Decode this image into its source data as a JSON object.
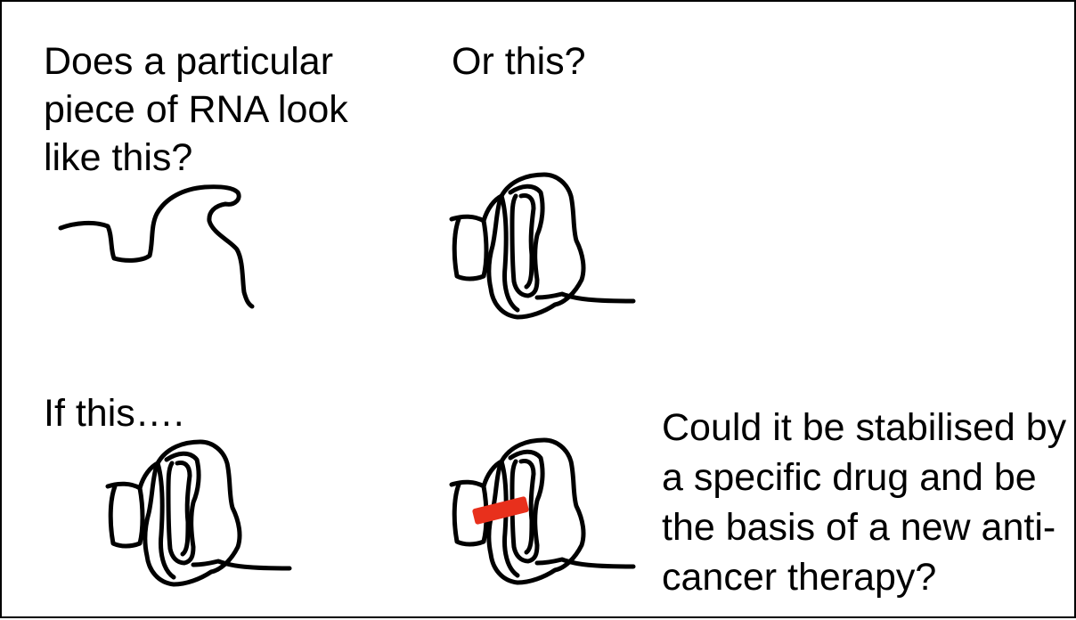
{
  "texts": {
    "question_top_left": "Does a particular\npiece of RNA look\nlike this?",
    "question_top_right": "Or this?",
    "condition_bottom_left": "If this….",
    "question_bottom_right": "Could it be stabilised by\na specific drug and be\nthe basis of a new anti-\ncancer therapy?"
  },
  "colors": {
    "ink": "#000000",
    "drug": "#e8301c"
  },
  "icons": {
    "unfolded_rna": "unfolded-rna-strand-icon",
    "folded_rna": "folded-rna-g-quadruplex-icon",
    "drug": "drug-molecule-icon"
  }
}
